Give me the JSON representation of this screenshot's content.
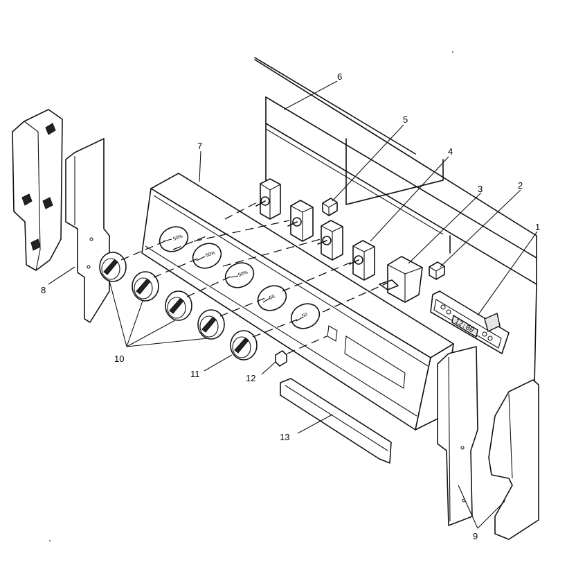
{
  "labels": {
    "l1": "1",
    "l2": "2",
    "l3": "3",
    "l4": "4",
    "l5": "5",
    "l6": "6",
    "l7": "7",
    "l8": "8",
    "l9": "9",
    "l10": "10",
    "l11": "11",
    "l12": "12",
    "l13": "13"
  },
  "clock_display": "12:00"
}
